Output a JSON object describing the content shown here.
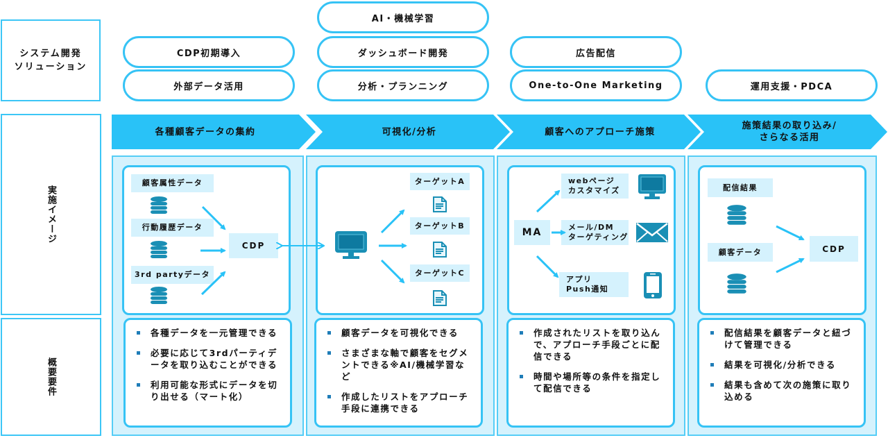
{
  "row_labels": {
    "system": "システム開発\nソリューション",
    "implementation": "実施イメージ",
    "requirements": "概要要件"
  },
  "solutions": {
    "col1": [
      "CDP初期導入",
      "外部データ活用"
    ],
    "col2": [
      "AI・機械学習",
      "ダッシュボード開発",
      "分析・プランニング"
    ],
    "col3": [
      "広告配信",
      "One-to-One Marketing"
    ],
    "col4": [
      "運用支援・PDCA"
    ]
  },
  "phases": [
    {
      "label": "各種顧客データの集約"
    },
    {
      "label": "可視化/分析"
    },
    {
      "label": "顧客へのアプローチ施策"
    },
    {
      "label": "施策結果の取り込み/\nさらなる活用"
    }
  ],
  "images": {
    "col1": {
      "sources": [
        "顧客属性データ",
        "行動履歴データ",
        "3rd partyデータ"
      ],
      "hub": "CDP",
      "source_icon": "database-icon"
    },
    "col2": {
      "hub_icon": "monitor-icon",
      "targets": [
        "ターゲットA",
        "ターゲットB",
        "ターゲットC"
      ],
      "target_icon": "document-icon"
    },
    "col3": {
      "hub": "MA",
      "channels": [
        {
          "label": "webページ\nカスタマイズ",
          "icon": "monitor-icon"
        },
        {
          "label": "メール/DM\nターゲティング",
          "icon": "mail-icon"
        },
        {
          "label": "アプリ\nPush通知",
          "icon": "smartphone-icon"
        }
      ]
    },
    "col4": {
      "sources": [
        "配信結果",
        "顧客データ"
      ],
      "hub": "CDP",
      "source_icon": "database-icon"
    }
  },
  "requirements": {
    "col1": [
      "各種データを一元管理できる",
      "必要に応じて3rdパーティデータを取り込むことができる",
      "利用可能な形式にデータを切り出せる（マート化）"
    ],
    "col2": [
      "顧客データを可視化できる",
      "さまざまな軸で顧客をセグメントできる※AI/機械学習など",
      "作成したリストをアプローチ手段に連携できる"
    ],
    "col3": [
      "作成されたリストを取り込んで、アプローチ手段ごとに配信できる",
      "時間や場所等の条件を指定して配信できる"
    ],
    "col4": [
      "配信結果を顧客データと紐づけて管理できる",
      "結果を可視化/分析できる",
      "結果も含めて次の施策に取り込める"
    ]
  },
  "colors": {
    "accent": "#29c2f7",
    "border": "#36c3f5",
    "panel_bg": "#d5f2fd",
    "icon": "#1a8fb5",
    "bullet": "#1f7db8"
  }
}
